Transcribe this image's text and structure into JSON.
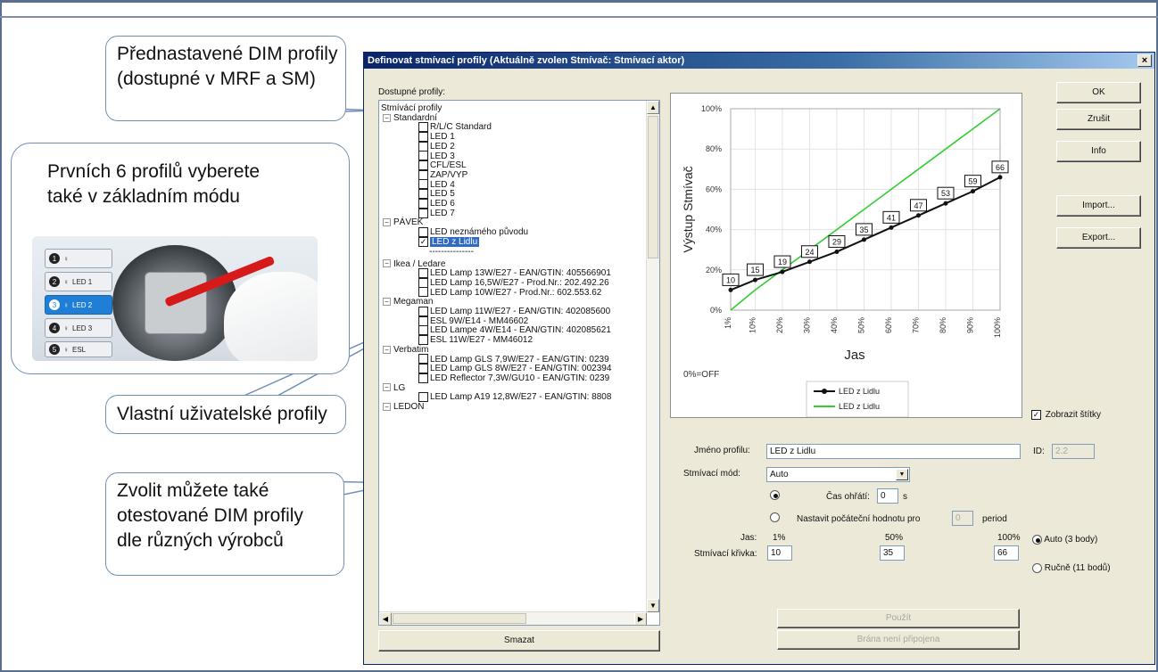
{
  "callouts": {
    "preset_line1": "Přednastavené  DIM profily",
    "preset_line2": "(dostupné v MRF a SM)",
    "first6_line1": "Prvních 6 profilů vyberete",
    "first6_line2": "také v základním  módu",
    "custom": "Vlastní  uživatelské  profily",
    "tested_line1": "Zvolit můžete také",
    "tested_line2": "otestované  DIM profily",
    "tested_line3": "dle různých výrobců"
  },
  "photo_buttons": [
    {
      "num": "1",
      "label": ""
    },
    {
      "num": "2",
      "label": "LED 1"
    },
    {
      "num": "3",
      "label": "LED 2"
    },
    {
      "num": "4",
      "label": "LED 3"
    },
    {
      "num": "5",
      "label": "ESL"
    }
  ],
  "dialog": {
    "title": "Definovat stmívací profily (Aktuálně zvolen Stmívač: Stmívací aktor)",
    "close": "×",
    "available_label": "Dostupné profily:",
    "tree": {
      "root": "Stmívácí profily",
      "standard": "Standardní",
      "std_items": [
        "R/L/C Standard",
        "LED 1",
        "LED 2",
        "LED 3",
        "CFL/ESL",
        "ZAP/VYP",
        "LED 4",
        "LED 5",
        "LED 6",
        "LED 7"
      ],
      "pavek": "PÁVEK",
      "pavek_items": [
        "LED neznámého původu",
        "LED z Lidlu"
      ],
      "separator": "---------------",
      "ikea": "Ikea / Ledare",
      "ikea_items": [
        "LED Lamp 13W/E27 - EAN/GTIN: 405566901",
        "LED Lamp 16,5W/E27 - Prod.Nr.: 202.492.26",
        "LED Lamp 10W/E27 - Prod.Nr.: 602.553.62"
      ],
      "megaman": "Megaman",
      "megaman_items": [
        "LED Lamp 11W/E27 - EAN/GTIN: 402085600",
        "ESL 9W/E14 - MM46602",
        "LED Lampe 4W/E14 - EAN/GTIN: 402085621",
        "ESL 11W/E27 - MM46012"
      ],
      "verbatim": "Verbatim",
      "verbatim_items": [
        "LED Lamp GLS 7,9W/E27 - EAN/GTIN: 0239",
        "LED Lamp GLS 8W/E27 - EAN/GTIN: 002394",
        "LED Reflector 7,3W/GU10 - EAN/GTIN: 0239"
      ],
      "lg": "LG",
      "lg_items": [
        "LED Lamp A19 12,8W/E27 - EAN/GTIN: 8808"
      ],
      "ledon": "LEDON"
    },
    "buttons": {
      "ok": "OK",
      "cancel": "Zrušit",
      "info": "Info",
      "import": "Import...",
      "export": "Export...",
      "delete": "Smazat",
      "apply": "Použít",
      "gateway": "Brána není připojena"
    },
    "show_labels": "Zobrazit štítky",
    "profile_name_label": "Jméno profilu:",
    "profile_name": "LED z Lidlu",
    "id_label": "ID:",
    "id_value": "2.2",
    "mode_label": "Stmívací mód:",
    "mode_value": "Auto",
    "warmup_label": "Čas ohřátí:",
    "warmup_value": "0",
    "warmup_unit": "s",
    "initial_label": "Nastavit počáteční hodnotu pro",
    "initial_value": "0",
    "initial_unit": "period",
    "jas_label": "Jas:",
    "curve_label": "Stmívací křivka:",
    "curve_points": [
      {
        "pct": "1%",
        "value": "10"
      },
      {
        "pct": "50%",
        "value": "35"
      },
      {
        "pct": "100%",
        "value": "66"
      }
    ],
    "auto_option": "Auto (3 body)",
    "manual_option": "Ručně (11 bodů)"
  },
  "chart_data": {
    "type": "line",
    "x": [
      "1%",
      "10%",
      "20%",
      "30%",
      "40%",
      "50%",
      "60%",
      "70%",
      "80%",
      "90%",
      "100%"
    ],
    "xvals": [
      1,
      10,
      20,
      30,
      40,
      50,
      60,
      70,
      80,
      90,
      100
    ],
    "xlabel": "Jas",
    "ylabel": "Výstup Stmívač",
    "yticks": [
      "0%",
      "20%",
      "40%",
      "60%",
      "80%",
      "100%"
    ],
    "ylim": [
      0,
      100
    ],
    "note": "0%=OFF",
    "series": [
      {
        "name": "LED z Lidlu",
        "values": [
          10,
          15,
          19,
          24,
          29,
          35,
          41,
          47,
          53,
          59,
          66
        ],
        "color": "#111111",
        "markers": true
      },
      {
        "name": "LED z Lidlu",
        "values": [
          0,
          10,
          20,
          30,
          40,
          50,
          60,
          70,
          80,
          90,
          100
        ],
        "color": "#33cc33",
        "markers": false
      }
    ],
    "grid": true,
    "legend": "bottom"
  }
}
